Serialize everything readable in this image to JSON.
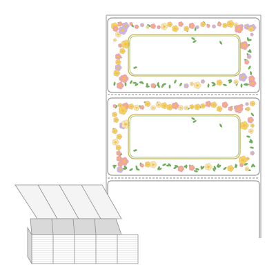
{
  "product": {
    "label_count_visible": 3,
    "label_design": "floral-frame",
    "stack_columns": 4
  },
  "colors": {
    "background": "#ffffff",
    "sheet_edge": "#9a9a9a",
    "label_edge": "#7d7d7d",
    "perforation": "#8a8a8a",
    "frame_gold": "#c9b24a",
    "frame_green": "#8fb35a",
    "flower_pink": "#f2a6a6",
    "flower_yellow": "#f6d55c",
    "flower_lilac": "#c9b8e6",
    "flower_cream": "#f9e9a8",
    "leaf": "#6fae5a",
    "stack_fill": "#f4f4f4",
    "stack_shadow": "#d9d9d9",
    "stack_line": "#8c8c8c"
  },
  "icons": {
    "label": "floral-label-icon",
    "stack": "fanfold-stack-icon"
  }
}
